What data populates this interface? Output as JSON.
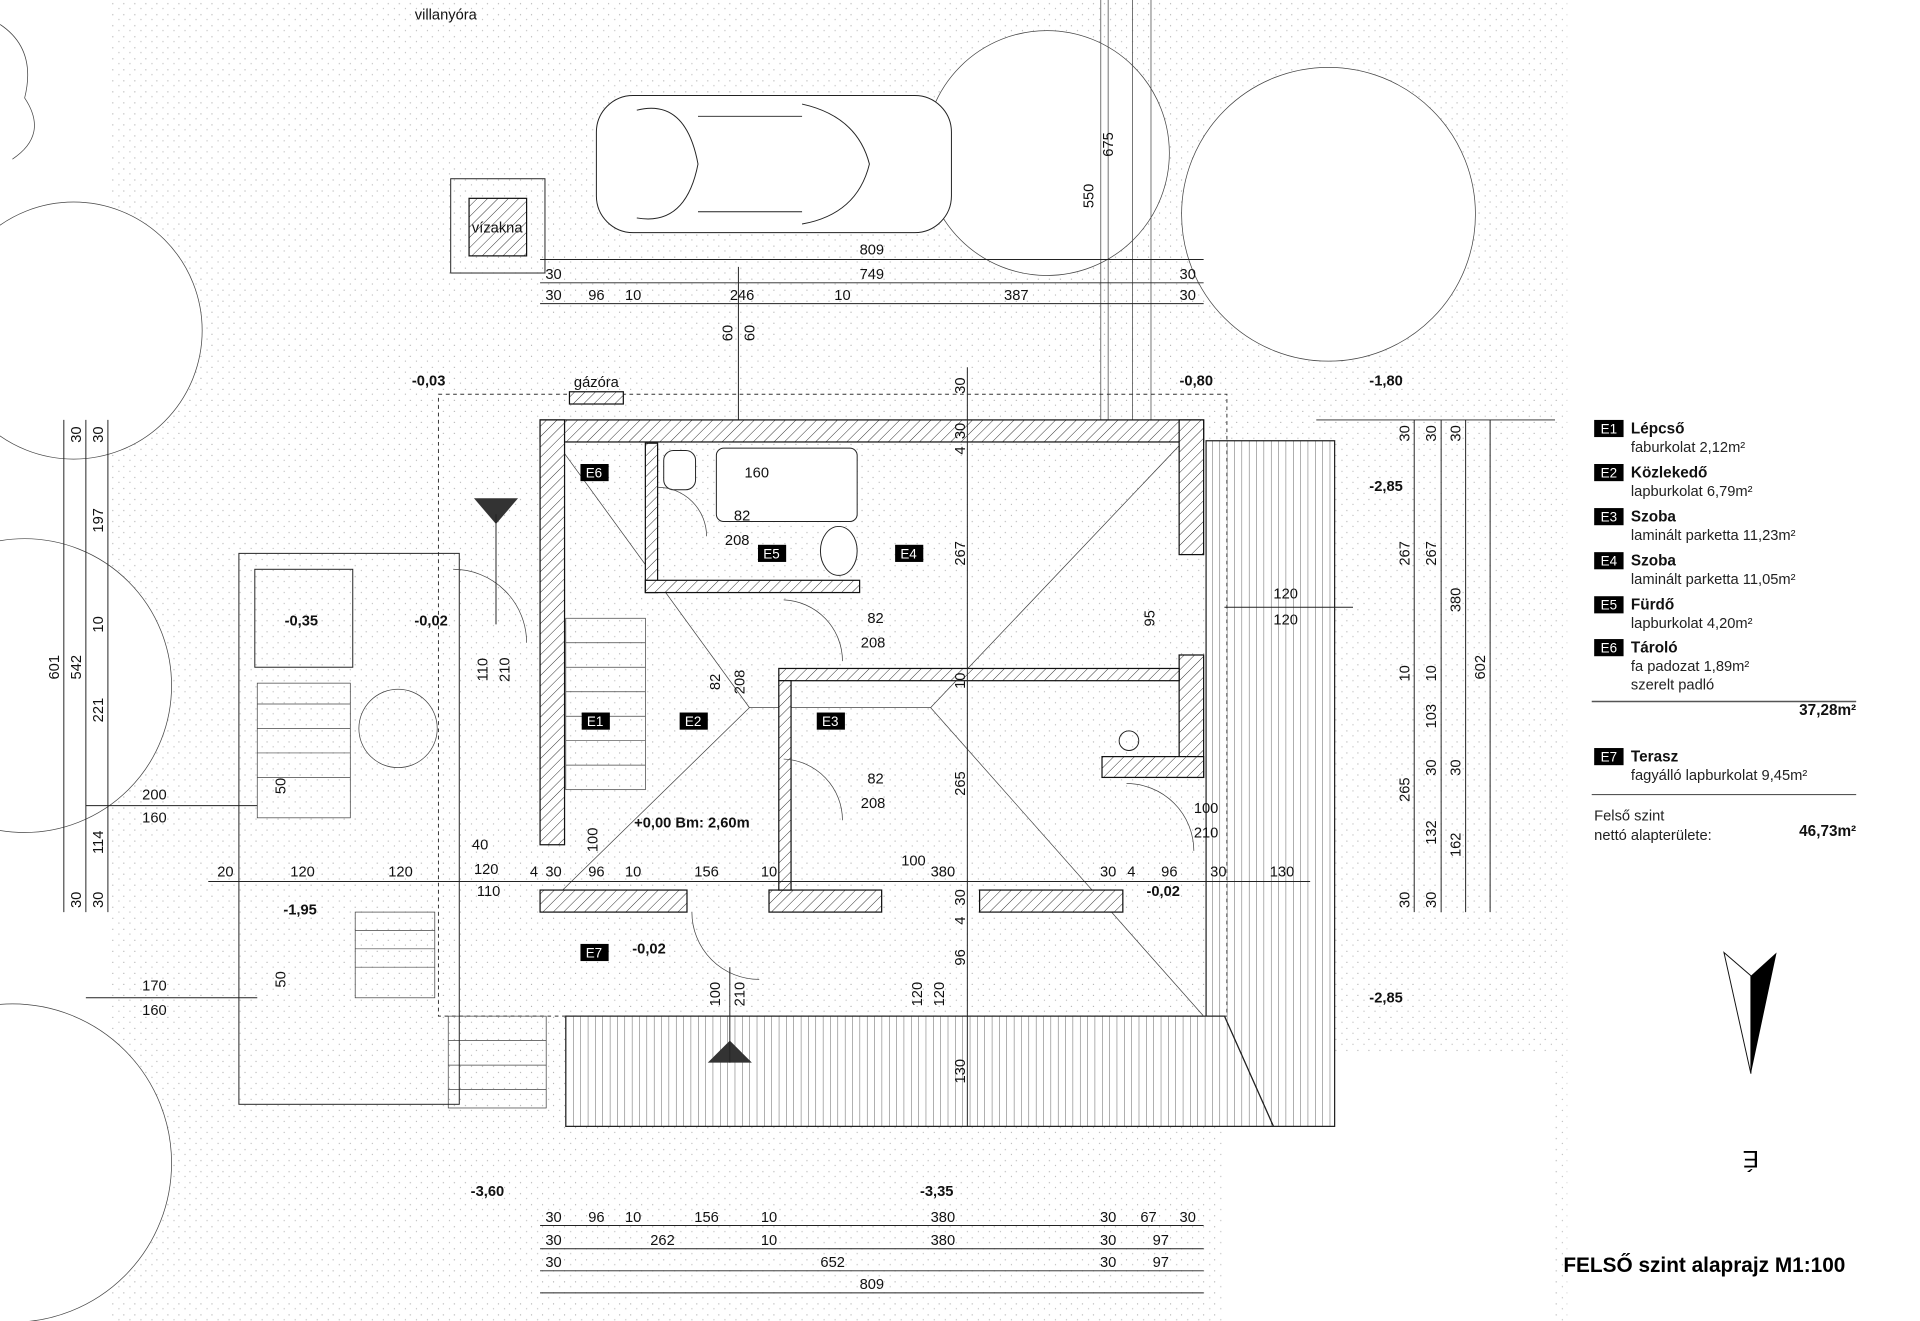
{
  "title": "FELSŐ szint alaprajz M1:100",
  "north_label": "É",
  "site_labels": {
    "meter": "villanyóra",
    "water_well": "vízakna",
    "gas_meter": "gázóra"
  },
  "floor_level": "+0,00  Bm: 2,60m",
  "levels": [
    "-0,03",
    "-0,80",
    "-1,80",
    "-2,85",
    "-0,35",
    "-0,02",
    "-1,95",
    "-0,02",
    "-0,02",
    "-2,85",
    "-3,60",
    "-3,35"
  ],
  "room_tags": [
    "E6",
    "E5",
    "E4",
    "E1",
    "E2",
    "E3",
    "E7"
  ],
  "dims": {
    "top": [
      "809",
      "30",
      "749",
      "30",
      "30",
      "96",
      "10",
      "246",
      "10",
      "387",
      "30",
      "60",
      "60",
      "550",
      "675",
      "30",
      "30",
      "4"
    ],
    "left": [
      "601",
      "542",
      "30",
      "30",
      "197",
      "10",
      "221",
      "114",
      "30",
      "30",
      "200",
      "160",
      "170",
      "160",
      "40",
      "120",
      "110",
      "20",
      "120",
      "120",
      "50",
      "50"
    ],
    "mid": [
      "4",
      "30",
      "96",
      "10",
      "156",
      "10",
      "380",
      "30",
      "4",
      "96",
      "30",
      "130",
      "100"
    ],
    "interior": [
      "160",
      "82",
      "208",
      "82",
      "208",
      "82",
      "208",
      "110",
      "210",
      "82",
      "208",
      "267",
      "10",
      "265",
      "95",
      "120",
      "120",
      "100",
      "210",
      "100",
      "100",
      "210",
      "120",
      "120",
      "30",
      "4",
      "96",
      "130"
    ],
    "right": [
      "30",
      "267",
      "10",
      "265",
      "30",
      "30",
      "267",
      "10",
      "103",
      "30",
      "132",
      "30",
      "30",
      "380",
      "30",
      "162",
      "602"
    ],
    "bottom": [
      "30",
      "96",
      "10",
      "156",
      "10",
      "380",
      "30",
      "67",
      "30",
      "30",
      "262",
      "10",
      "380",
      "30",
      "97",
      "30",
      "652",
      "30",
      "97",
      "809"
    ]
  },
  "legend": {
    "rooms": [
      {
        "tag": "E1",
        "name": "Lépcső",
        "desc": [
          "faburkolat 2,12m²"
        ]
      },
      {
        "tag": "E2",
        "name": "Közlekedő",
        "desc": [
          "lapburkolat 6,79m²"
        ]
      },
      {
        "tag": "E3",
        "name": "Szoba",
        "desc": [
          "laminált parketta 11,23m²"
        ]
      },
      {
        "tag": "E4",
        "name": "Szoba",
        "desc": [
          "laminált parketta 11,05m²"
        ]
      },
      {
        "tag": "E5",
        "name": "Fürdő",
        "desc": [
          "lapburkolat 4,20m²"
        ]
      },
      {
        "tag": "E6",
        "name": "Tároló",
        "desc": [
          "fa padozat 1,89m²",
          "szerelt padló"
        ]
      }
    ],
    "subtotal": "37,28m²",
    "terrace": {
      "tag": "E7",
      "name": "Terasz",
      "desc": [
        "fagyálló lapburkolat 9,45m²"
      ]
    },
    "net_label": [
      "Felső szint",
      "nettó alapterülete:"
    ],
    "net_total": "46,73m²"
  }
}
